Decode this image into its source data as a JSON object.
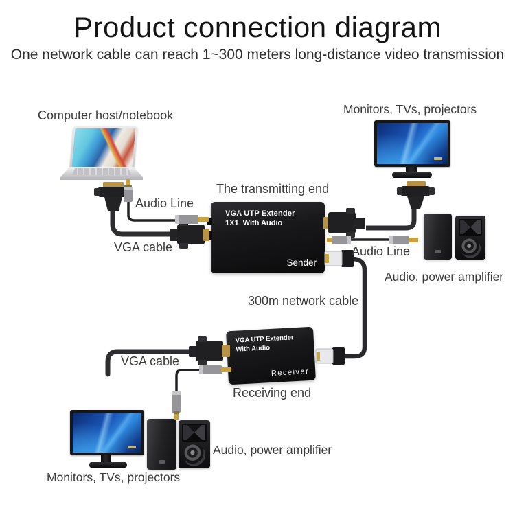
{
  "header": {
    "title": "Product connection diagram",
    "subtitle": "One network cable can reach 1~300 meters long-distance video transmission"
  },
  "labels": {
    "computer_host": "Computer host/notebook",
    "monitors_top": "Monitors, TVs, projectors",
    "transmitting_end": "The transmitting end",
    "audio_line_left": "Audio Line",
    "vga_cable_left": "VGA cable",
    "audio_line_right": "Audio Line",
    "amplifier_right": "Audio, power amplifier",
    "network_cable": "300m network cable",
    "vga_cable_bottom": "VGA cable",
    "receiving_end": "Receiving end",
    "amplifier_bottom": "Audio, power amplifier",
    "monitors_bottom": "Monitors, TVs, projectors"
  },
  "devices": {
    "sender_unit": {
      "line1": "VGA UTP Extender",
      "line2": "1X1  With Audio",
      "badge": "Sender"
    },
    "receiver_unit": {
      "line1": "VGA UTP Extender",
      "line2": "With Audio",
      "badge": "Receiver"
    }
  },
  "colors": {
    "extender_box_black": "#141416",
    "screen_blue": "#1d55b8",
    "connector_gold": "#b99344",
    "label_gray": "#3a3a3a"
  }
}
